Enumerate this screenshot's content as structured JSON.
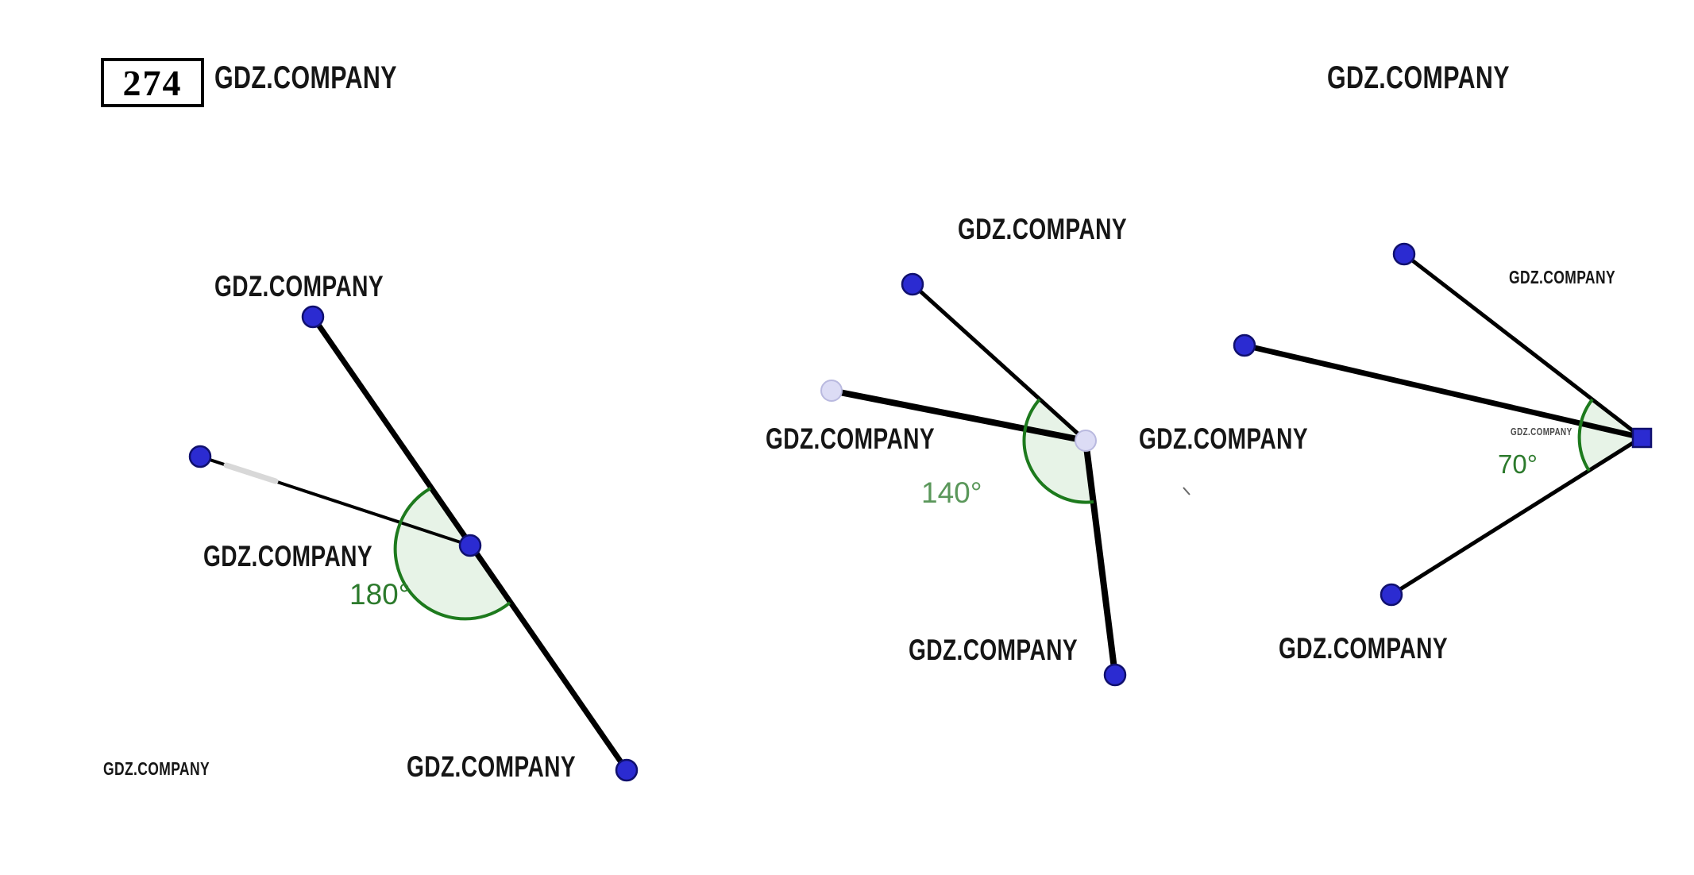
{
  "header": {
    "task_number": "274",
    "brand_left": "GDZ.COMPANY",
    "brand_right": "GDZ.COMPANY"
  },
  "figures": {
    "straight_angle": {
      "angle_label": "180°",
      "angle_degrees": 180,
      "labels": {
        "top": "GDZ.COMPANY",
        "vertex": "GDZ.COMPANY",
        "bottom": "GDZ.COMPANY",
        "corner": "GDZ.COMPANY"
      }
    },
    "obtuse_angle": {
      "angle_label": "140°",
      "angle_degrees": 140,
      "labels": {
        "top": "GDZ.COMPANY",
        "left": "GDZ.COMPANY",
        "right": "GDZ.COMPANY",
        "bottom": "GDZ.COMPANY"
      }
    },
    "acute_angle": {
      "angle_label": "70°",
      "angle_degrees": 70,
      "labels": {
        "top": "GDZ.COMPANY",
        "vertex": "GDZ.COMPANY",
        "bottom": "GDZ.COMPANY"
      }
    }
  },
  "colors": {
    "point_fill": "#2b2bd1",
    "point_stroke": "#10106e",
    "point_light_fill": "#dcdcf5",
    "point_light_stroke": "#b9b9df",
    "line": "#000000",
    "arc_stroke": "#1d7a1d",
    "arc_fill": "#cfe8cf",
    "angle_text": "#2c7a2c"
  }
}
